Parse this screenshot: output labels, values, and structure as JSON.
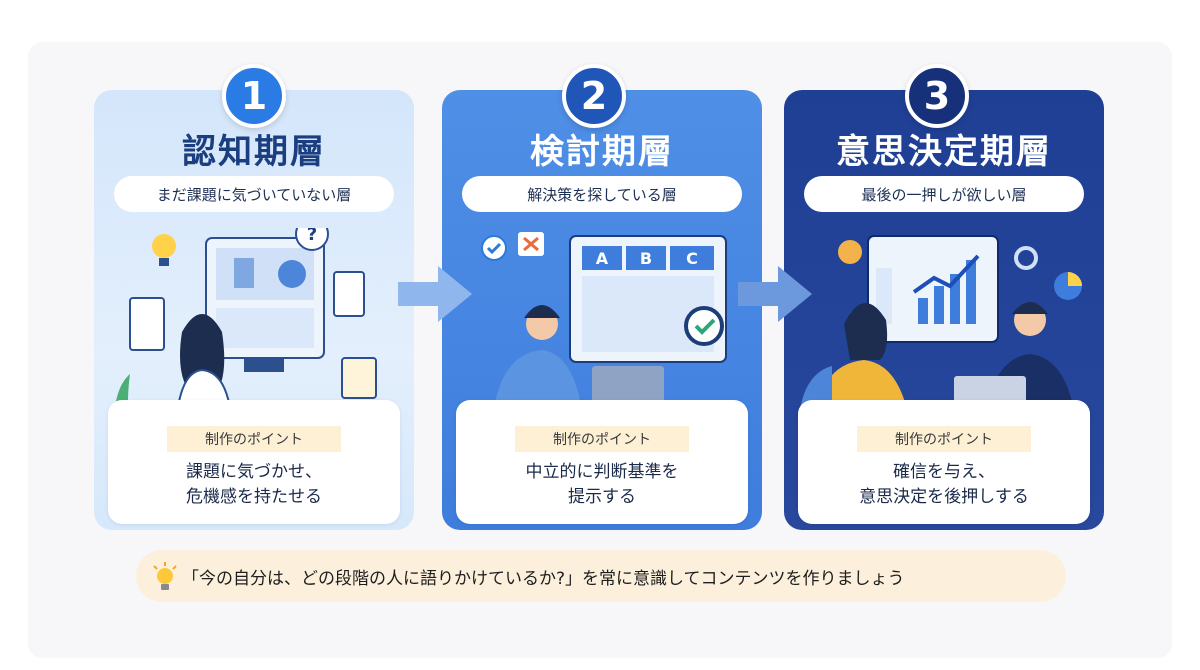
{
  "stages": [
    {
      "number": "1",
      "title": "認知期層",
      "subtitle": "まだ課題に気づいていない層",
      "point_label": "制作のポイント",
      "point_line1": "課題に気づかせ、",
      "point_line2": "危機感を持たせる"
    },
    {
      "number": "2",
      "title": "検討期層",
      "subtitle": "解決策を探している層",
      "point_label": "制作のポイント",
      "point_line1": "中立的に判断基準を",
      "point_line2": "提示する",
      "table_headers": [
        "A",
        "B",
        "C"
      ]
    },
    {
      "number": "3",
      "title": "意思決定期層",
      "subtitle": "最後の一押しが欲しい層",
      "point_label": "制作のポイント",
      "point_line1": "確信を与え、",
      "point_line2": "意思決定を後押しする"
    }
  ],
  "footer": {
    "icon": "lightbulb-icon",
    "text": "「今の自分は、どの段階の人に語りかけているか?」を常に意識してコンテンツを作りましょう"
  },
  "colors": {
    "stage1": "#d4e6fb",
    "stage2": "#3f7ddd",
    "stage3": "#1f3f95",
    "footer_bg": "#fcf0dc"
  }
}
